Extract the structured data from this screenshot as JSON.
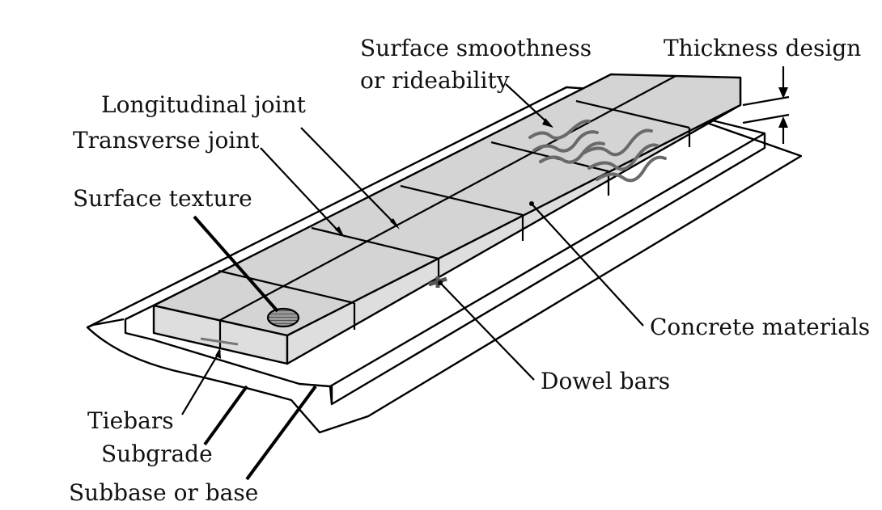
{
  "labels": {
    "surface_smoothness": "Surface smoothness",
    "rideability": "or rideability",
    "thickness_design": "Thickness design",
    "longitudinal_joint": "Longitudinal joint",
    "transverse_joint": "Transverse joint",
    "surface_texture": "Surface texture",
    "concrete_materials": "Concrete materials",
    "dowel_bars": "Dowel bars",
    "tiebars": "Tiebars",
    "subgrade": "Subgrade",
    "subbase_or_base": "Subbase or base"
  },
  "colors": {
    "slab": "#d4d4d4",
    "aggregate": "#bdbdbd",
    "texture_wave": "#6a6a6a"
  }
}
